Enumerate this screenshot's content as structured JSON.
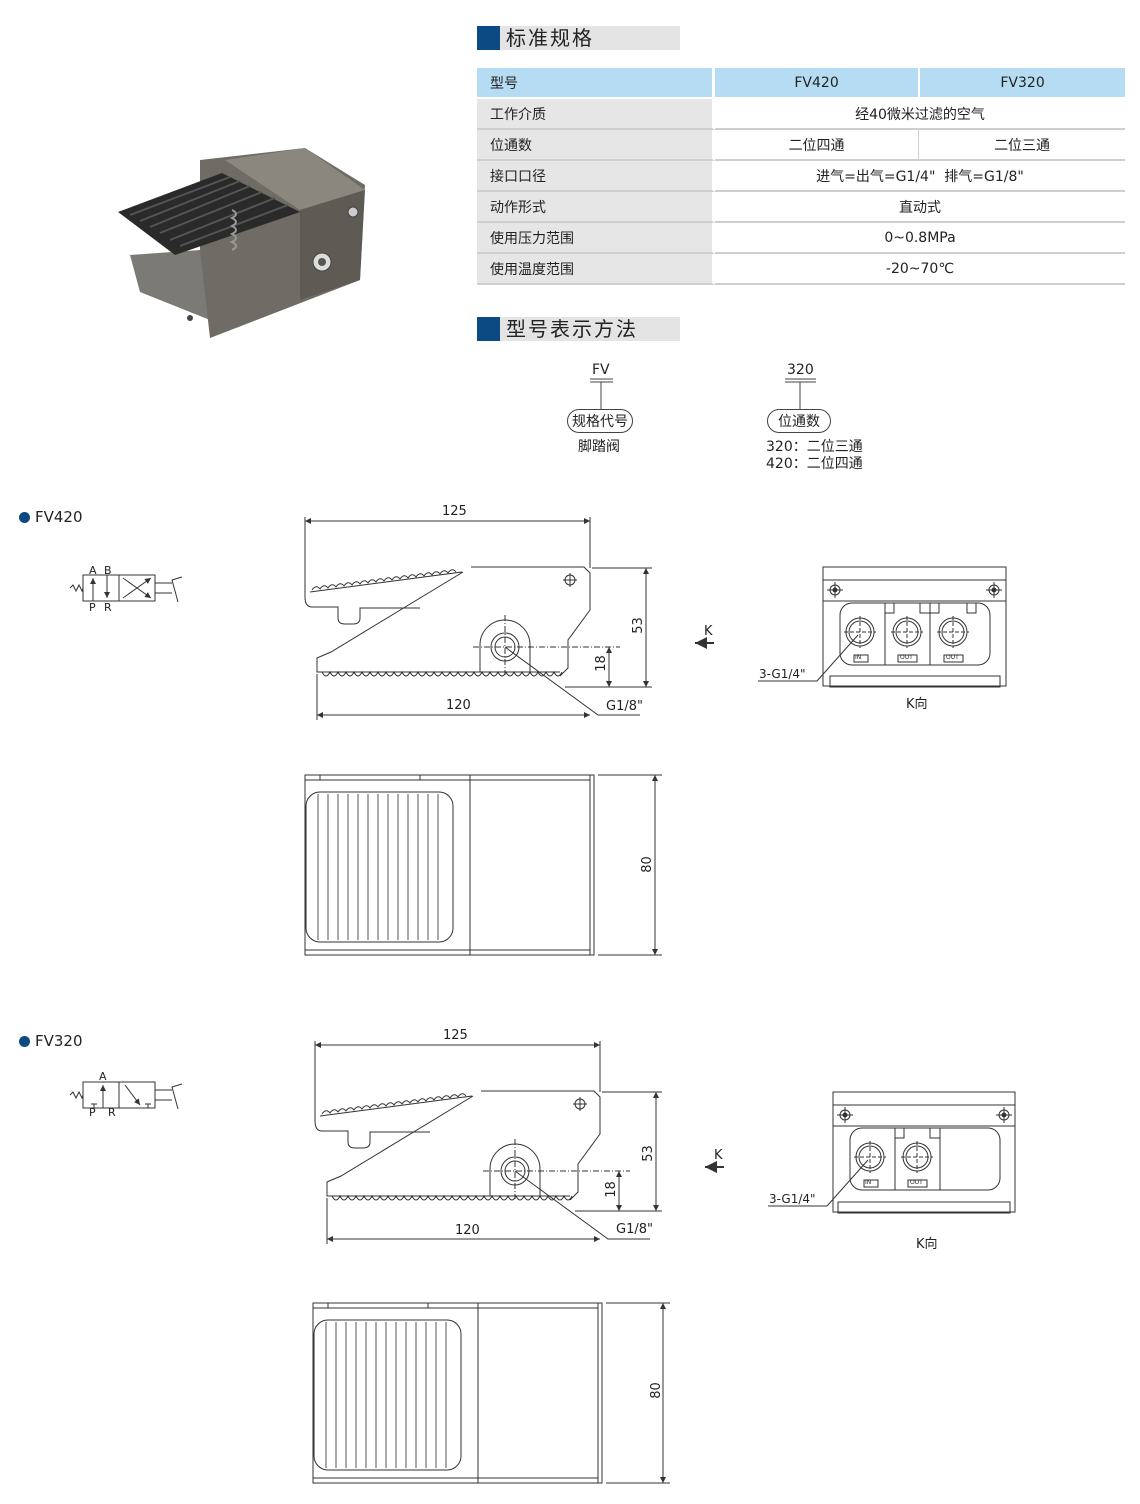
{
  "spec_section": {
    "title": "标准规格"
  },
  "spec_table": {
    "header": {
      "label": "型号",
      "models": [
        "FV420",
        "FV320"
      ]
    },
    "rows": [
      {
        "label": "工作介质",
        "value": "经40微米过滤的空气"
      },
      {
        "label": "位通数",
        "values": [
          "二位四通",
          "二位三通"
        ]
      },
      {
        "label": "接口口径",
        "value": "进气=出气=G1/4\"  排气=G1/8\""
      },
      {
        "label": "动作形式",
        "value": "直动式"
      },
      {
        "label": "使用压力范围",
        "value": "0~0.8MPa"
      },
      {
        "label": "使用温度范围",
        "value": "-20~70℃"
      }
    ]
  },
  "model_section": {
    "title": "型号表示方法",
    "code1": {
      "code": "FV",
      "label": "规格代号",
      "desc": "脚踏阀"
    },
    "code2": {
      "code": "320",
      "label": "位通数",
      "options": [
        "320：二位三通",
        "420：二位四通"
      ]
    }
  },
  "fv420": {
    "title": "FV420",
    "symbol_ports": [
      "A",
      "B",
      "P",
      "R"
    ],
    "dims": {
      "overall_length": "125",
      "base_length": "120",
      "height": "53",
      "port_height": "18",
      "exhaust": "G1/8\"",
      "width": "80"
    },
    "k_label": "K",
    "k_view": {
      "caption": "K向",
      "ports_label": "3-G1/4\"",
      "port_tags": [
        "IN",
        "OUT",
        "OUT"
      ]
    }
  },
  "fv320": {
    "title": "FV320",
    "symbol_ports": [
      "A",
      "P",
      "R"
    ],
    "dims": {
      "overall_length": "125",
      "base_length": "120",
      "height": "53",
      "port_height": "18",
      "exhaust": "G1/8\"",
      "width": "80"
    },
    "k_label": "K",
    "k_view": {
      "caption": "K向",
      "ports_label": "3-G1/4\"",
      "port_tags": [
        "IN",
        "OUT"
      ]
    }
  }
}
